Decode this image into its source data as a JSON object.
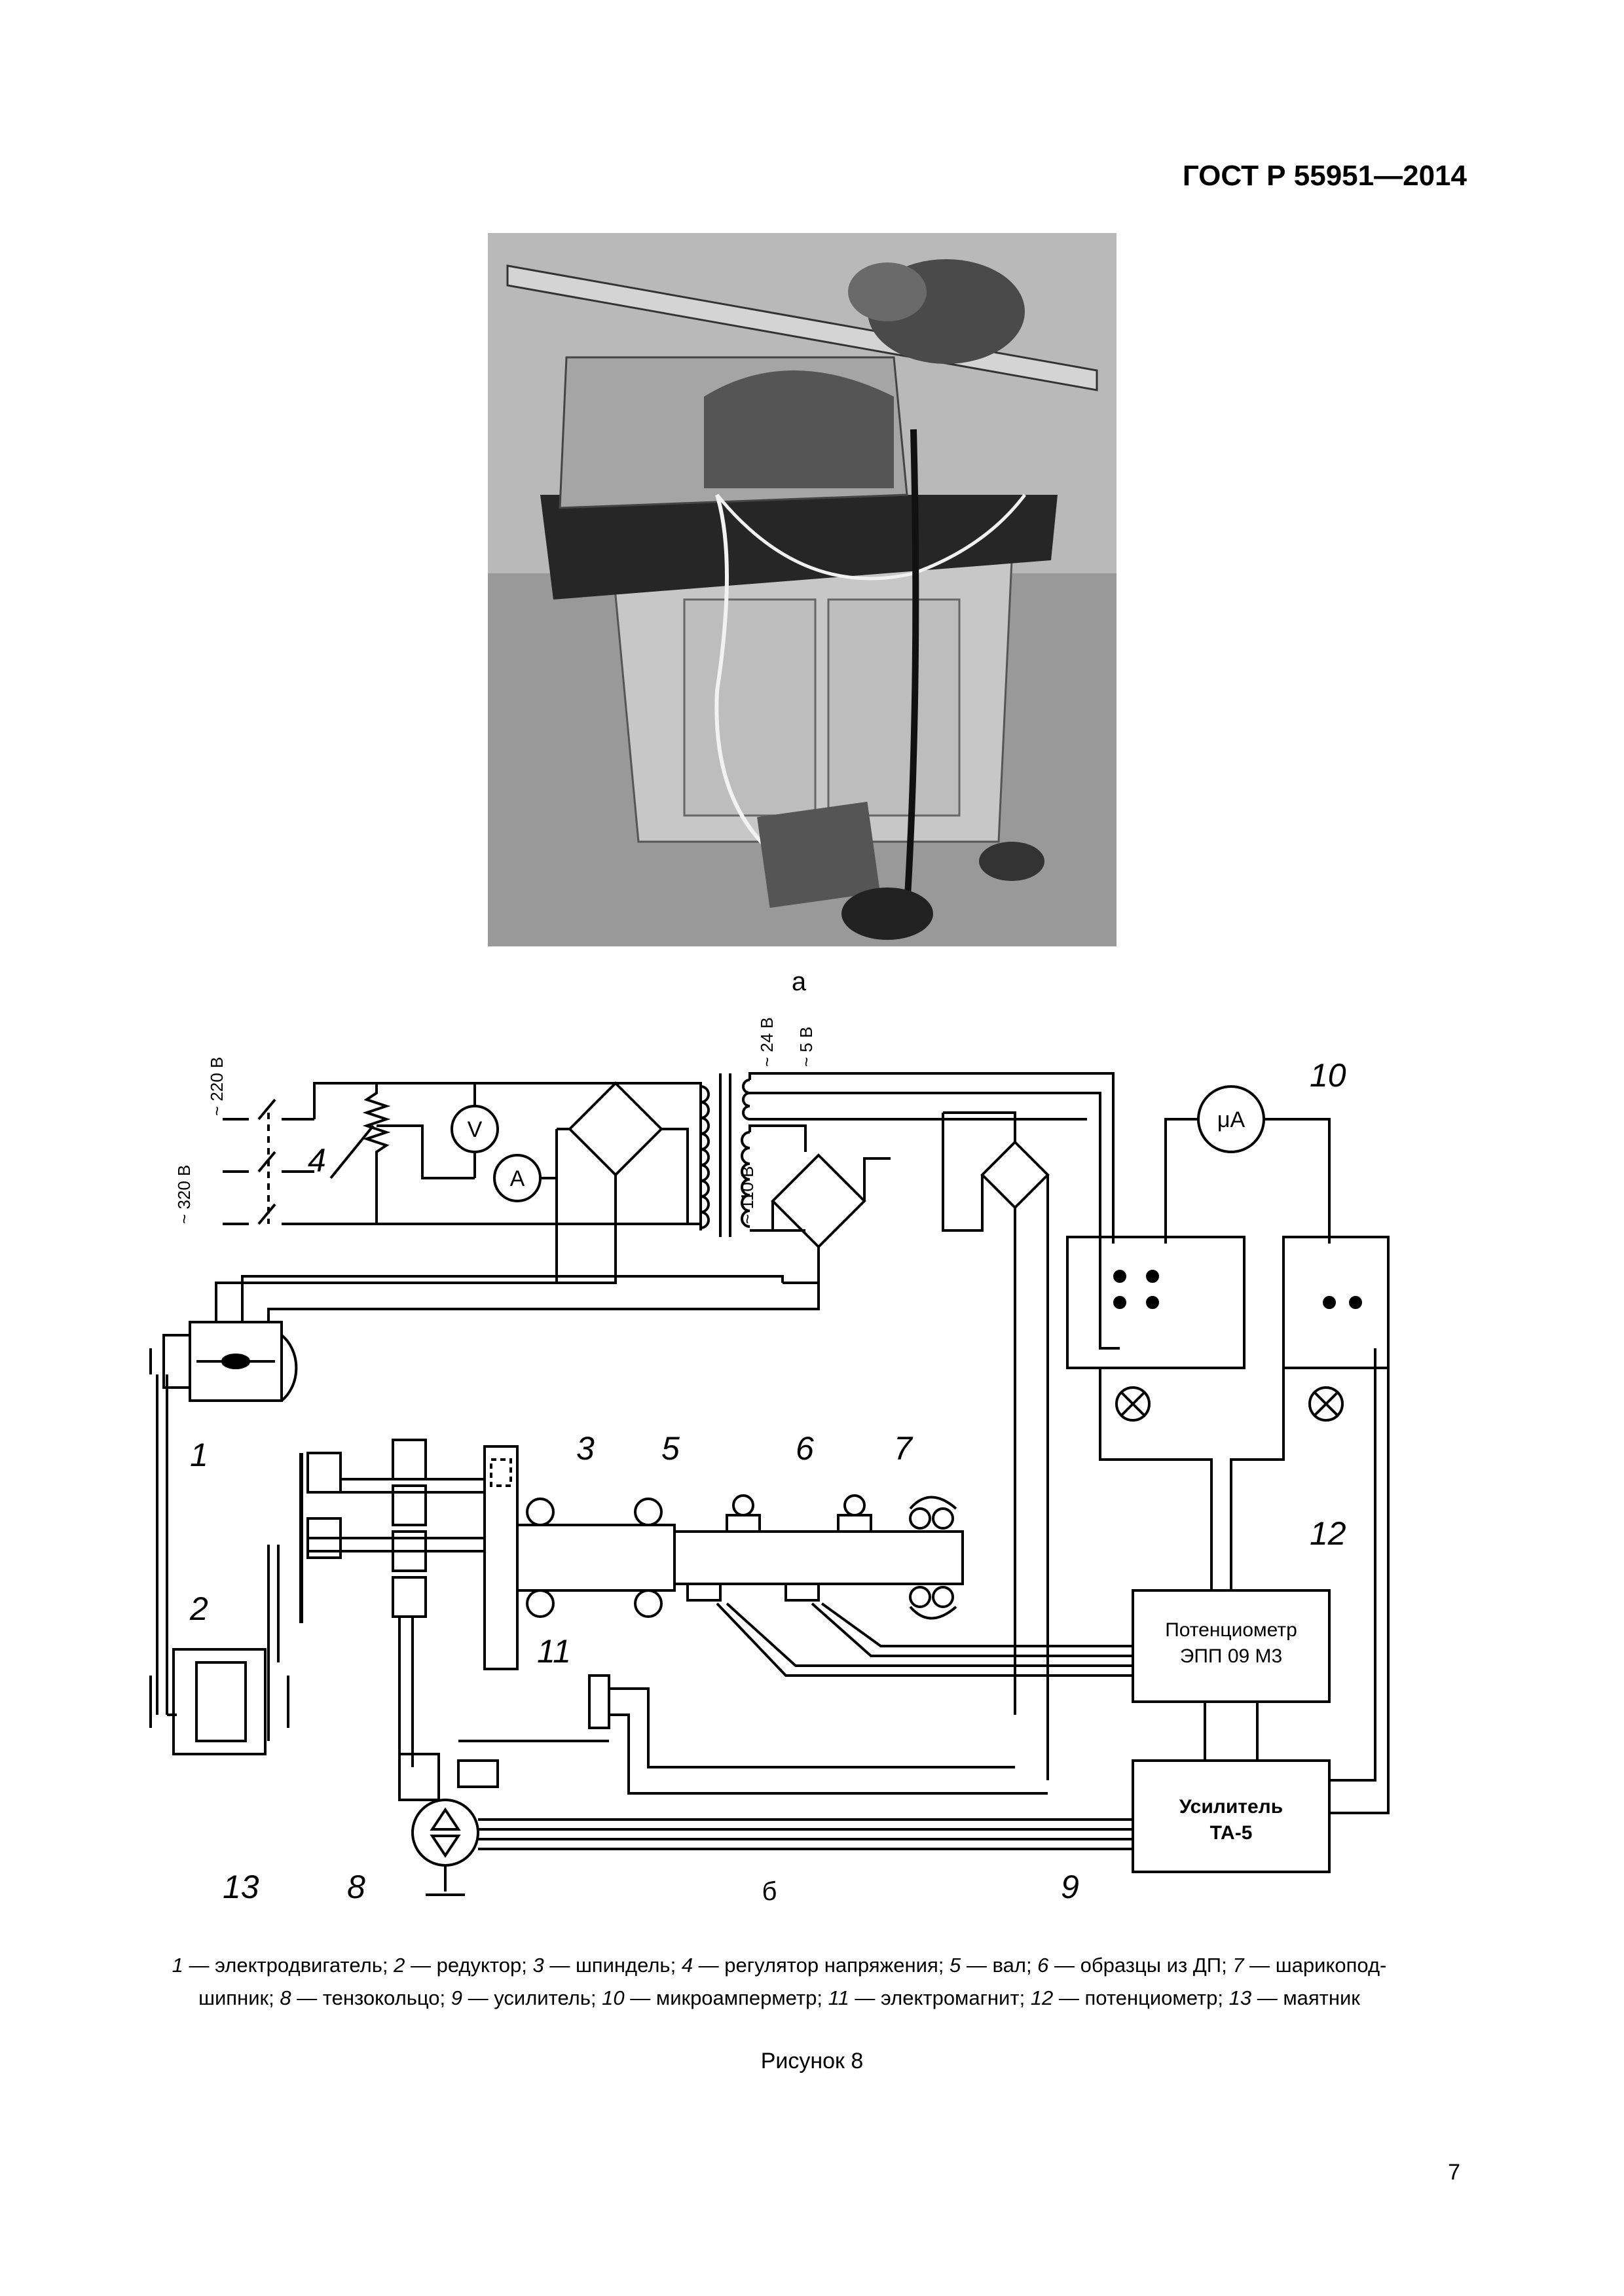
{
  "header": {
    "standard": "ГОСТ Р 55951—2014"
  },
  "figure": {
    "label_a": "а",
    "label_b": "б",
    "caption": "Рисунок 8"
  },
  "schematic": {
    "voltages": {
      "v220": "~ 220 В",
      "v320": "~ 320 В",
      "v24": "~ 24 В",
      "v5": "~ 5 В",
      "v110": "~ 110 В"
    },
    "meters": {
      "voltmeter": "V",
      "ammeter": "А",
      "microammeter": "μА"
    },
    "blocks": {
      "potentiometer_line1": "Потенциометр",
      "potentiometer_line2": "ЭПП 09 М3",
      "amplifier_line1": "Усилитель",
      "amplifier_line2": "ТА-5"
    },
    "callouts": [
      "1",
      "2",
      "3",
      "4",
      "5",
      "6",
      "7",
      "8",
      "9",
      "10",
      "11",
      "12",
      "13"
    ]
  },
  "legend": {
    "items": [
      {
        "n": "1",
        "text": "электродвигатель"
      },
      {
        "n": "2",
        "text": "редуктор"
      },
      {
        "n": "3",
        "text": "шпиндель"
      },
      {
        "n": "4",
        "text": "регулятор напряжения"
      },
      {
        "n": "5",
        "text": "вал"
      },
      {
        "n": "6",
        "text": "образцы из ДП"
      },
      {
        "n": "7",
        "text": "шарикопод-"
      },
      {
        "n": "",
        "text": "шипник"
      },
      {
        "n": "8",
        "text": "тензокольцо"
      },
      {
        "n": "9",
        "text": "усилитель"
      },
      {
        "n": "10",
        "text": "микроамперметр"
      },
      {
        "n": "11",
        "text": "электромагнит"
      },
      {
        "n": "12",
        "text": "потенциометр"
      },
      {
        "n": "13",
        "text": "маятник"
      }
    ]
  },
  "page_number": "7"
}
